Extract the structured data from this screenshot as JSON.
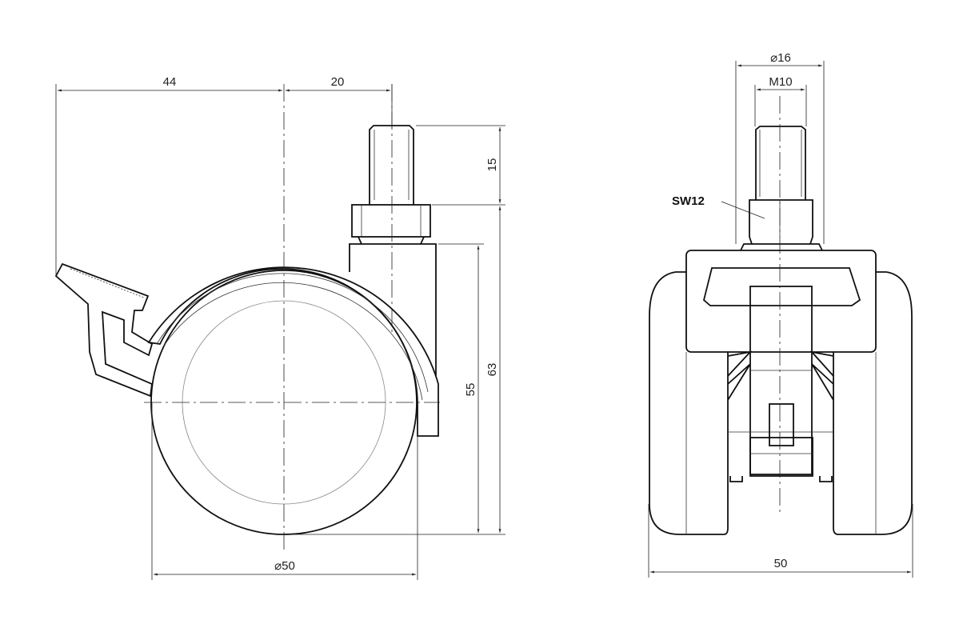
{
  "side_view": {
    "dim_overall_left": "44",
    "dim_stem_offset": "20",
    "dim_stem_length": "15",
    "dim_total_height": "63",
    "dim_wheel_height": "55",
    "dim_wheel_diameter": "⌀50"
  },
  "front_view": {
    "dim_collar_diameter": "⌀16",
    "dim_thread": "M10",
    "label_wrench_size": "SW12",
    "dim_width": "50"
  }
}
